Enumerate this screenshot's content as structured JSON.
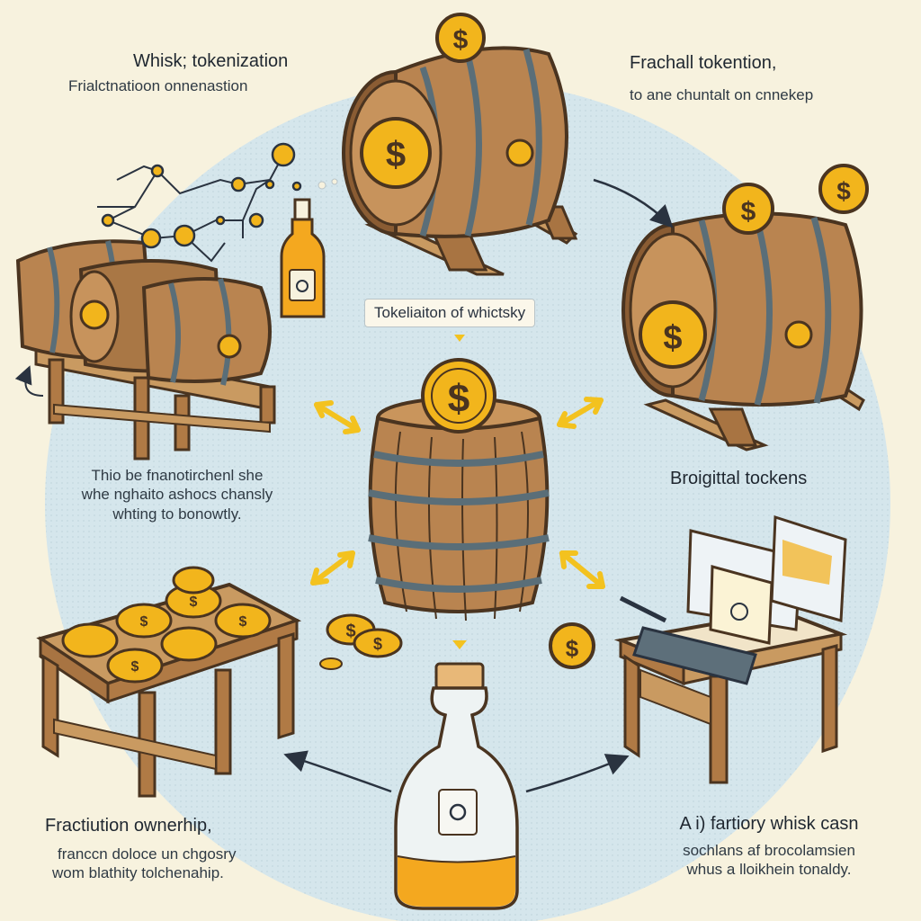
{
  "title_block": {
    "title": "Whisk; tokenization",
    "subtitle": "Frialctnatioon onnenastion"
  },
  "center_label": "Tokeliaiton of whictsky",
  "top_right": {
    "title": "Frachall tokention,",
    "subtitle": "to ane chuntalt on cnnekep"
  },
  "mid_right": "Broigittal tockens",
  "mid_left": {
    "line1": "Thio be fnanotirchenl she",
    "line2": "whe nghaito ashocs chansly",
    "line3": "whting to bonowtly."
  },
  "bottom_left": {
    "title": "Fractiution ownerhip,",
    "subtitle_1": "franccn doloce un chgosry",
    "subtitle_2": "wom blathity tolchenahip."
  },
  "bottom_right": {
    "title": "A i) fartiory whisk casn",
    "subtitle_1": "sochlans af brocolamsien",
    "subtitle_2": "whus a lloikhein tonaldy."
  },
  "colors": {
    "background": "#f7f2de",
    "circle": "#d5e6ec",
    "wood": "#b07a45",
    "wood_dark": "#6d4a2a",
    "hoop": "#4f6672",
    "coin": "#f2b51c",
    "arrow": "#f3c21f",
    "whisky": "#f4a81f"
  },
  "icons": [
    "barrel-icon",
    "coin-icon",
    "bottle-icon",
    "computer-icon",
    "crate-icon",
    "network-icon"
  ]
}
